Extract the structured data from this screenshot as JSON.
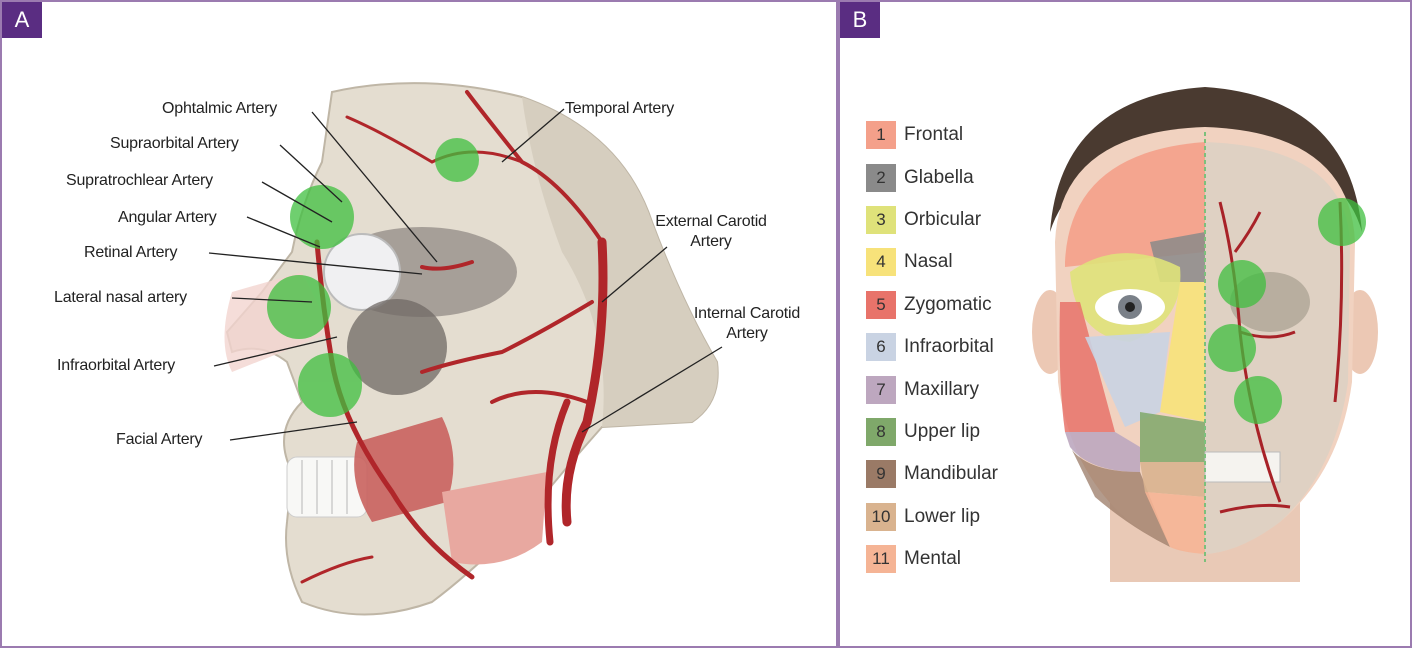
{
  "panels": {
    "a": {
      "tag": "A"
    },
    "b": {
      "tag": "B"
    }
  },
  "callouts": {
    "ophtalmic": "Ophtalmic Artery",
    "supraorbital": "Supraorbital Artery",
    "supratrochlear": "Supratrochlear Artery",
    "angular": "Angular Artery",
    "retinal": "Retinal Artery",
    "lateral_nasal": "Lateral nasal artery",
    "infraorbital": "Infraorbital Artery",
    "facial": "Facial Artery",
    "temporal": "Temporal Artery",
    "external_carotid_1": "External Carotid",
    "external_carotid_2": "Artery",
    "internal_carotid_1": "Internal Carotid",
    "internal_carotid_2": "Artery"
  },
  "legend": [
    {
      "num": "1",
      "label": "Frontal",
      "color": "#f4a08a"
    },
    {
      "num": "2",
      "label": "Glabella",
      "color": "#8a8a8a"
    },
    {
      "num": "3",
      "label": "Orbicular",
      "color": "#dfe27a"
    },
    {
      "num": "4",
      "label": "Nasal",
      "color": "#f7e27a"
    },
    {
      "num": "5",
      "label": "Zygomatic",
      "color": "#e8736a"
    },
    {
      "num": "6",
      "label": "Infraorbital",
      "color": "#c9d3e3"
    },
    {
      "num": "7",
      "label": "Maxillary",
      "color": "#bda7bf"
    },
    {
      "num": "8",
      "label": "Upper lip",
      "color": "#7fa86a"
    },
    {
      "num": "9",
      "label": "Mandibular",
      "color": "#9a7a66"
    },
    {
      "num": "10",
      "label": "Lower lip",
      "color": "#d9b38f"
    },
    {
      "num": "11",
      "label": "Mental",
      "color": "#f5b495"
    }
  ]
}
